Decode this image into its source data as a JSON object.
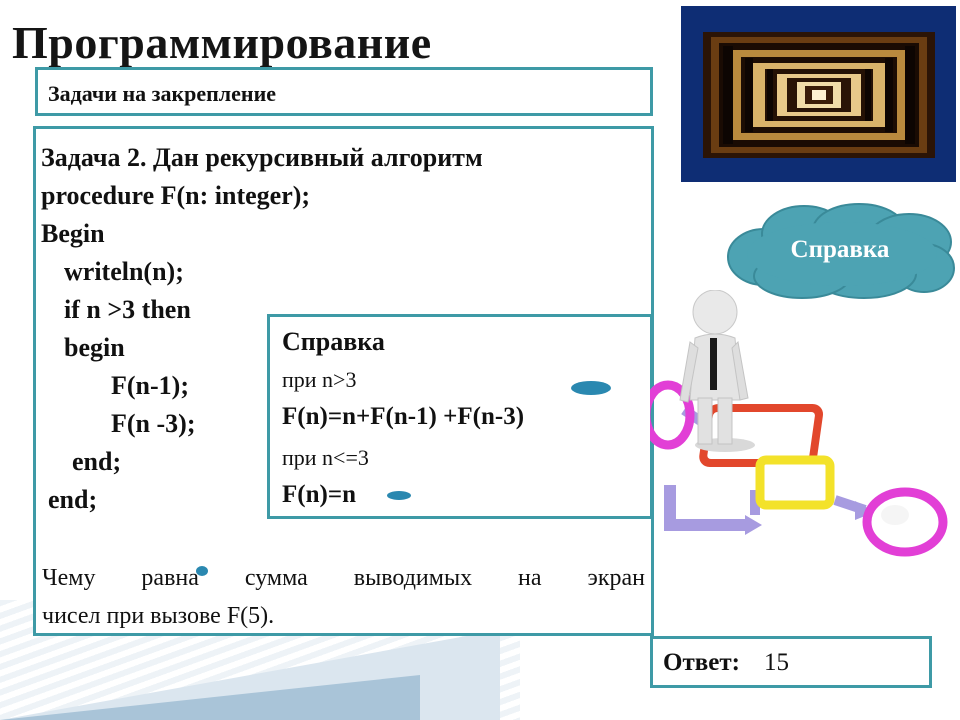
{
  "title": "Программирование",
  "subtitle": "Задачи на закрепление",
  "task": {
    "lines": [
      "Задача 2. Дан рекурсивный алгоритм",
      "procedure F(n: integer);",
      "Begin",
      "writeln(n);",
      "if n >3 then",
      "begin",
      "F(n-1);",
      "F(n -3);",
      "end;",
      "end;"
    ],
    "question": [
      "Чему равна сумма выводимых на экран",
      "чисел при вызове F(5)."
    ]
  },
  "help": {
    "title": "Справка",
    "lines": [
      "при n>3",
      "F(n)=n+F(n-1) +F(n-3)",
      "при n<=3",
      "F(n)=n"
    ]
  },
  "help_button": {
    "label": "Справка"
  },
  "answer": {
    "label": "Ответ:",
    "value": "15"
  },
  "colors": {
    "border": "#3e9aa6",
    "cloud": "#4da3b3",
    "frame": "#0e2d74",
    "accent_dot": "#2a88b0",
    "flow_magenta": "#e23fd6",
    "flow_yellow": "#f3e22a",
    "flow_red": "#e2472c",
    "flow_arrows": "#a79be0"
  },
  "icons": [
    "help-cloud-icon",
    "person-figure-icon",
    "flowchart-icon",
    "tunnel-image"
  ]
}
